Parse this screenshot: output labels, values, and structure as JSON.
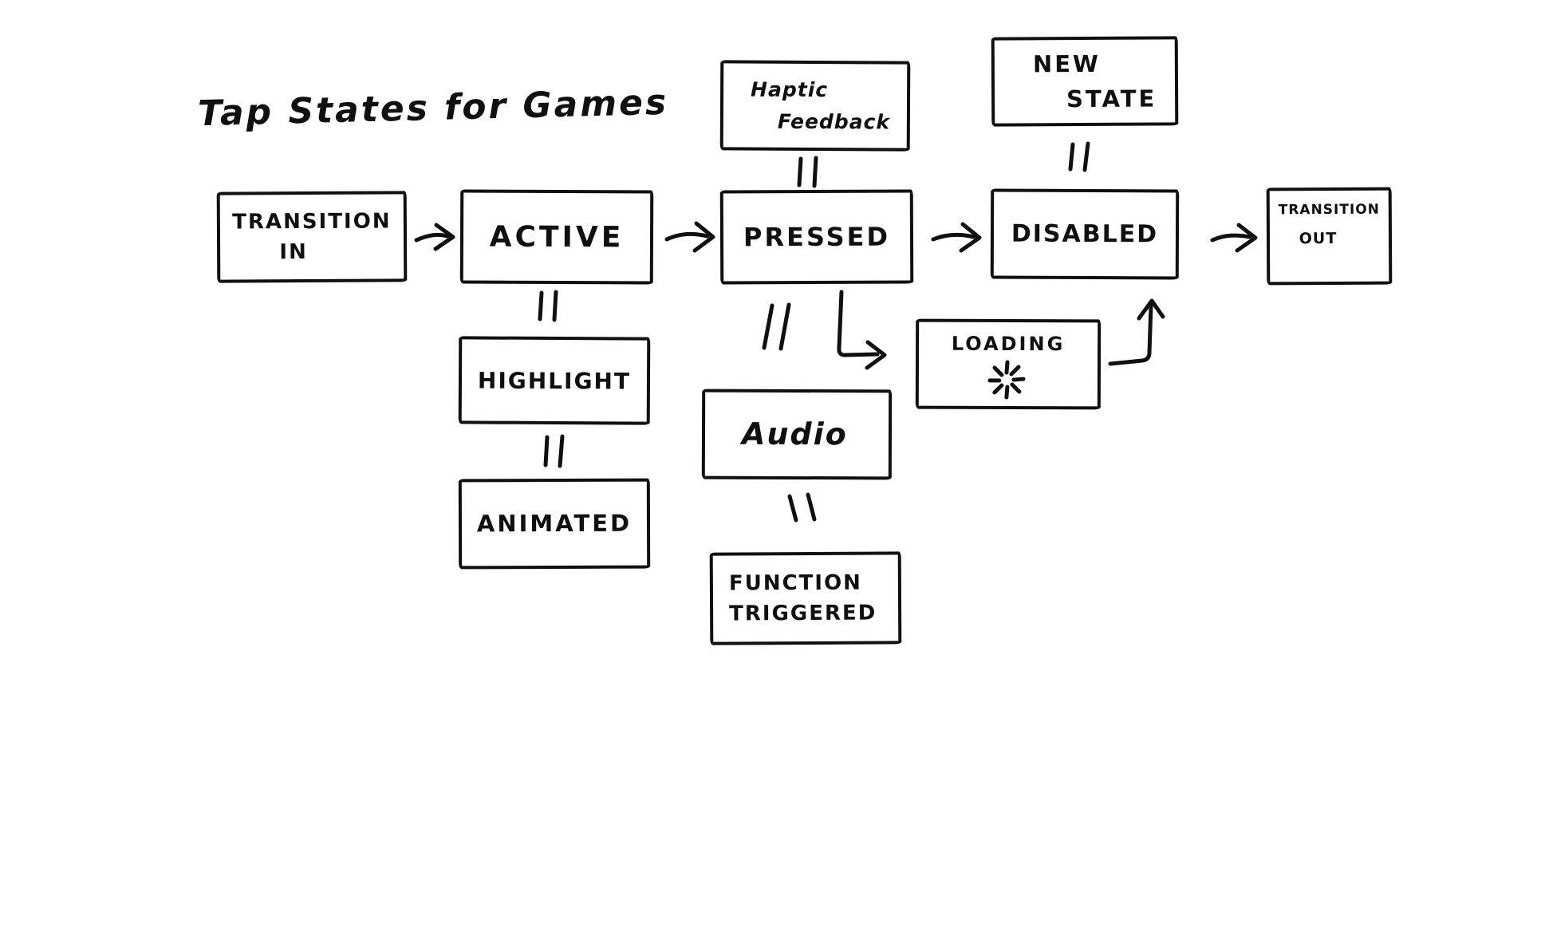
{
  "title": "Tap States for Games",
  "colors": {
    "ink": "#101010",
    "canvas": "#ffffff"
  },
  "nodes": {
    "transition_in": {
      "line1": "TRANSITION",
      "line2": "IN"
    },
    "active": {
      "label": "ACTIVE"
    },
    "pressed": {
      "label": "PRESSED"
    },
    "disabled": {
      "label": "DISABLED"
    },
    "transition_out": {
      "line1": "TRANSITION",
      "line2": "OUT"
    },
    "haptic_feedback": {
      "line1": "Haptic",
      "line2": "Feedback"
    },
    "new_state": {
      "line1": "NEW",
      "line2": "STATE"
    },
    "highlight": {
      "label": "HIGHLIGHT"
    },
    "animated": {
      "label": "ANIMATED"
    },
    "audio": {
      "label": "Audio"
    },
    "function_triggered": {
      "line1": "FUNCTION",
      "line2": "TRIGGERED"
    },
    "loading": {
      "label": "LOADING",
      "icon": "spinner-icon"
    }
  },
  "edges": [
    {
      "from": "transition_in",
      "to": "active",
      "type": "arrow"
    },
    {
      "from": "active",
      "to": "pressed",
      "type": "arrow"
    },
    {
      "from": "pressed",
      "to": "disabled",
      "type": "arrow"
    },
    {
      "from": "disabled",
      "to": "transition_out",
      "type": "arrow"
    },
    {
      "from": "haptic_feedback",
      "to": "pressed",
      "type": "equals"
    },
    {
      "from": "new_state",
      "to": "disabled",
      "type": "equals"
    },
    {
      "from": "active",
      "to": "highlight",
      "type": "equals"
    },
    {
      "from": "highlight",
      "to": "animated",
      "type": "equals"
    },
    {
      "from": "pressed",
      "to": "audio",
      "type": "equals"
    },
    {
      "from": "audio",
      "to": "function_triggered",
      "type": "equals"
    },
    {
      "from": "pressed",
      "to": "loading",
      "type": "elbow-arrow"
    },
    {
      "from": "loading",
      "to": "disabled",
      "type": "elbow-arrow"
    }
  ]
}
